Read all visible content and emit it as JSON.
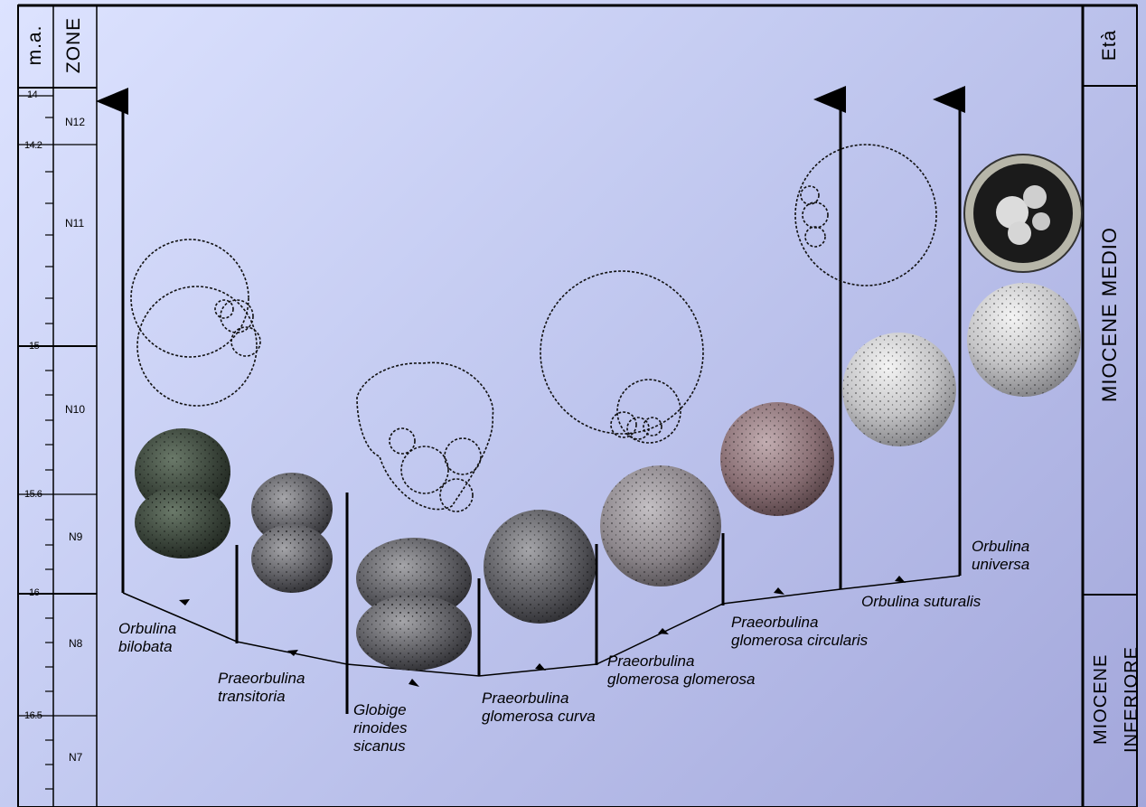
{
  "scale": {
    "ma_header": "m.a.",
    "zone_header": "ZONE",
    "eta_header": "Età",
    "ticks": [
      "14",
      "14.2",
      "15",
      "15.6",
      "16",
      "16.5"
    ],
    "zones": [
      "N12",
      "N11",
      "N10",
      "N9",
      "N8",
      "N7"
    ],
    "epochs": {
      "middle": "MIOCENE MEDIO",
      "lower_1": "MIOCENE",
      "lower_2": "INFERIORE"
    }
  },
  "taxa": [
    {
      "id": "orbulina_bilobata",
      "lines": [
        "Orbulina",
        "bilobata"
      ]
    },
    {
      "id": "praeorbulina_transitoria",
      "lines": [
        "Praeorbulina",
        "transitoria"
      ]
    },
    {
      "id": "globigerinoides_sicanus",
      "lines": [
        "Globige",
        "rinoides",
        "sicanus"
      ]
    },
    {
      "id": "praeorbulina_glomerosa_curva",
      "lines": [
        "Praeorbulina",
        "glomerosa curva"
      ]
    },
    {
      "id": "praeorbulina_glomerosa_glomerosa",
      "lines": [
        "Praeorbulina",
        "glomerosa glomerosa"
      ]
    },
    {
      "id": "praeorbulina_glomerosa_circularis",
      "lines": [
        "Praeorbulina",
        "glomerosa circularis"
      ]
    },
    {
      "id": "orbulina_suturalis",
      "lines": [
        "Orbulina suturalis"
      ]
    },
    {
      "id": "orbulina_universa",
      "lines": [
        "Orbulina",
        "universa"
      ]
    }
  ],
  "colors": {
    "background": "#c8cff0",
    "line": "#000000",
    "fossil_dark": "#3b453b",
    "fossil_grey": "#6f6f73",
    "fossil_pink": "#8a7075"
  }
}
